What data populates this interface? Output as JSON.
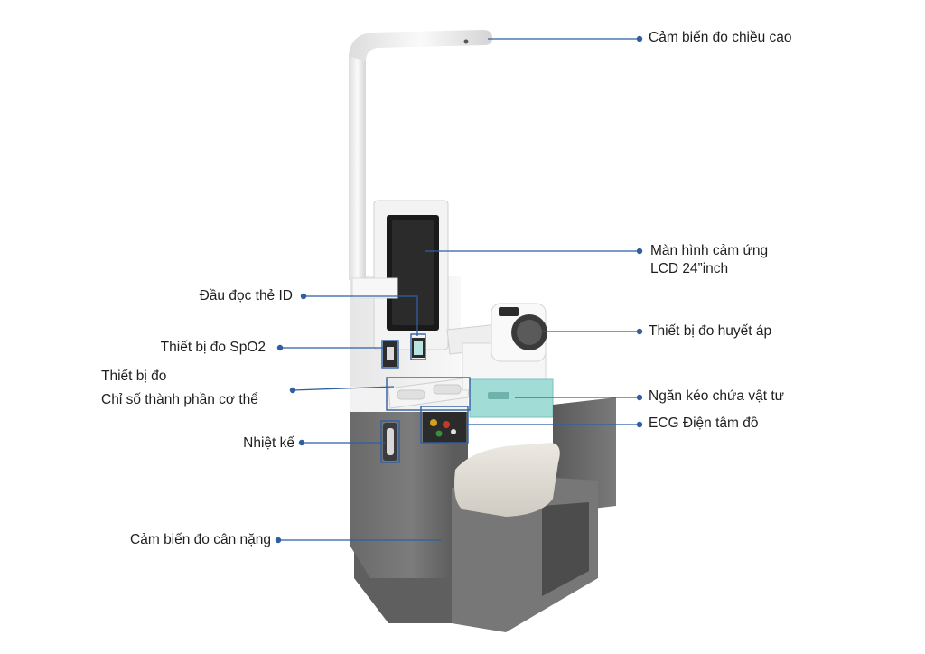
{
  "labels": {
    "height_sensor": "Cảm biến đo chiều cao",
    "touch_screen_line1": "Màn hình cảm ứng",
    "touch_screen_line2": "LCD 24”inch",
    "id_reader": "Đầu đọc thẻ ID",
    "blood_pressure": "Thiết bị đo huyết áp",
    "spo2": "Thiết bị đo SpO2",
    "body_comp_line1": "Thiết bị đo",
    "body_comp_line2": "Chỉ số thành phần cơ thể",
    "supply_drawer": "Ngăn kéo chứa vật tư",
    "ecg": "ECG Điện tâm đồ",
    "thermometer": "Nhiệt kế",
    "weight_sensor": "Cảm biến đo cân nặng"
  },
  "colors": {
    "leader_line": "#2f5fa0",
    "dot": "#2f5fa0",
    "kiosk_white": "#eeeeee",
    "kiosk_gray": "#707070",
    "seat_cushion": "#e4e1da",
    "screen": "#1a1a1a",
    "drawer_teal": "#9fd8d2"
  }
}
